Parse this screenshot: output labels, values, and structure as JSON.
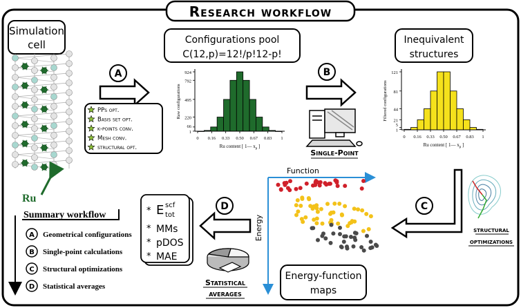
{
  "title": "Research workflow",
  "simulation_cell": {
    "label_line1": "Simulation",
    "label_line2": "cell",
    "ru_label": "Ru"
  },
  "config_pool": {
    "label_line1": "Configurations pool",
    "formula": "C(12,p)=12!/p!12-p!"
  },
  "inequivalent": {
    "label_line1": "Inequivalent",
    "label_line2": "structures"
  },
  "steps": {
    "a": "A",
    "b": "B",
    "c": "C",
    "d": "D"
  },
  "checklist": [
    "PPs opt.",
    "Basis set opt.",
    "k-points conv.",
    "Mesh  conv.",
    "structural opt."
  ],
  "single_point": "Single-Point",
  "structural_opt": {
    "line1": "structural",
    "line2": "optimizations"
  },
  "energy_map": {
    "line1": "Energy-function",
    "line2": "maps",
    "x_axis": "Function",
    "y_axis": "Energy"
  },
  "statistical": {
    "line1": "Statistical",
    "line2": "averages"
  },
  "outputs": {
    "e_base": "E",
    "e_sup": "scf",
    "e_sub": "tot",
    "items": [
      "MMs",
      "pDOS",
      "MAE"
    ]
  },
  "summary": {
    "title": "Summary workflow",
    "items": [
      {
        "badge": "A",
        "text": "Geometrical configurations"
      },
      {
        "badge": "B",
        "text": "Single-point calculations"
      },
      {
        "badge": "C",
        "text": "Structural optimizations"
      },
      {
        "badge": "D",
        "text": "Statistical averages"
      }
    ]
  },
  "colors": {
    "green_bar": "#1f6b2c",
    "yellow_bar": "#f5e11c",
    "red_dot": "#d0202a",
    "yellow_dot": "#f3c21a",
    "gray_dot": "#4a4a4a",
    "blue_axis": "#2a8fd6"
  },
  "chart_data": [
    {
      "type": "bar",
      "ylabel": "Raw configurations",
      "xlabel": "Ru content [ 1— x",
      "xlabel_sub": "p",
      "xlabel_end": "]",
      "xticks": [
        "0",
        "0.16",
        "0.33",
        "0.50",
        "0.67",
        "0.83",
        "1"
      ],
      "yticks": [
        1,
        66,
        220,
        495,
        792,
        924
      ],
      "values": [
        1,
        12,
        66,
        220,
        495,
        792,
        924,
        792,
        495,
        220,
        66,
        12,
        1
      ],
      "ylim": [
        0,
        924
      ],
      "color": "#1f6b2c"
    },
    {
      "type": "bar",
      "ylabel": "Filtered configurations",
      "xlabel": "Ru content [ 1— x",
      "xlabel_sub": "p",
      "xlabel_end": "]",
      "xticks": [
        "0",
        "0.16",
        "0.33",
        "0.50",
        "0.67",
        "0.83",
        "1"
      ],
      "yticks": [
        1,
        5,
        21,
        44,
        81,
        121
      ],
      "values": [
        1,
        5,
        21,
        44,
        81,
        121,
        121,
        81,
        44,
        21,
        5,
        1
      ],
      "ylim": [
        0,
        121
      ],
      "color": "#f5e11c"
    }
  ]
}
